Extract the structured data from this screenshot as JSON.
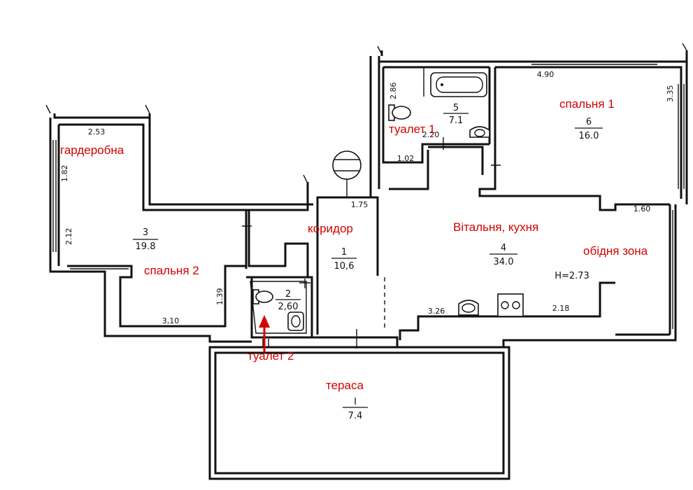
{
  "colors": {
    "label": "#d40000",
    "wall": "#111111",
    "arrow": "#d40000"
  },
  "rooms": {
    "corridor": {
      "number": "1",
      "area": "10,6",
      "label": "коридор"
    },
    "toilet2": {
      "number": "2",
      "area": "2,60",
      "label": "туалет 2"
    },
    "bedroom2": {
      "number": "3",
      "area": "19.8",
      "label": "спальня 2"
    },
    "living": {
      "number": "4",
      "area": "34.0",
      "label": "Вітальня, кухня"
    },
    "toilet1": {
      "number": "5",
      "area": "7.1",
      "label": "туалет 1"
    },
    "bedroom1": {
      "number": "6",
      "area": "16.0",
      "label": "спальня 1"
    },
    "terrace": {
      "number": "I",
      "area": "7.4",
      "label": "тераса"
    },
    "wardrobe": {
      "label": "гардеробна"
    },
    "dining": {
      "label": "обідня зона"
    }
  },
  "dimensions": {
    "d253": "2.53",
    "d182": "1.82",
    "d212": "2.12",
    "d310": "3,10",
    "d139": "1.39",
    "d175": "1.75",
    "d286": "2.86",
    "d220": "2.20",
    "d102": "1.02",
    "d490": "4.90",
    "d335": "3.35",
    "d160": "1.60",
    "d326": "3.26",
    "d218": "2.18",
    "height": "H=2.73"
  },
  "icons": {
    "toilet": "toilet-icon",
    "sink": "sink-icon",
    "bathtub": "bathtub-icon",
    "stove": "stove-icon",
    "arrow": "arrow-up-icon",
    "column": "round-column-icon"
  }
}
